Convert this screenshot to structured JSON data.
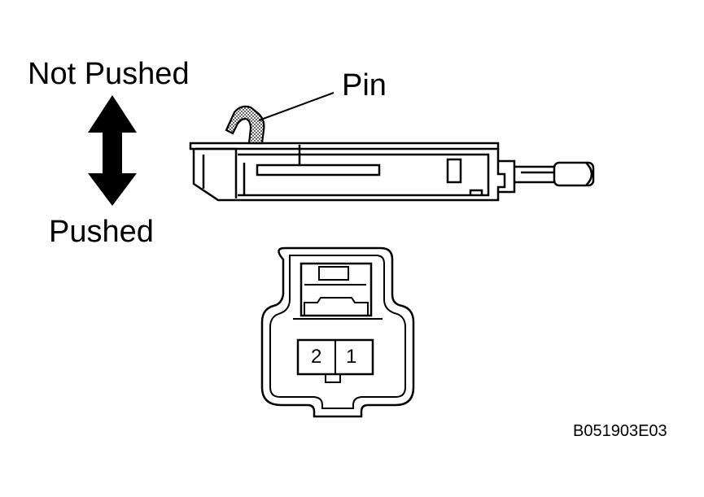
{
  "labels": {
    "not_pushed": "Not Pushed",
    "pushed": "Pushed",
    "pin": "Pin",
    "figure_code": "B051903E03"
  },
  "connector": {
    "terminals": [
      "2",
      "1"
    ]
  },
  "colors": {
    "ink": "#000000",
    "paper": "#ffffff"
  }
}
